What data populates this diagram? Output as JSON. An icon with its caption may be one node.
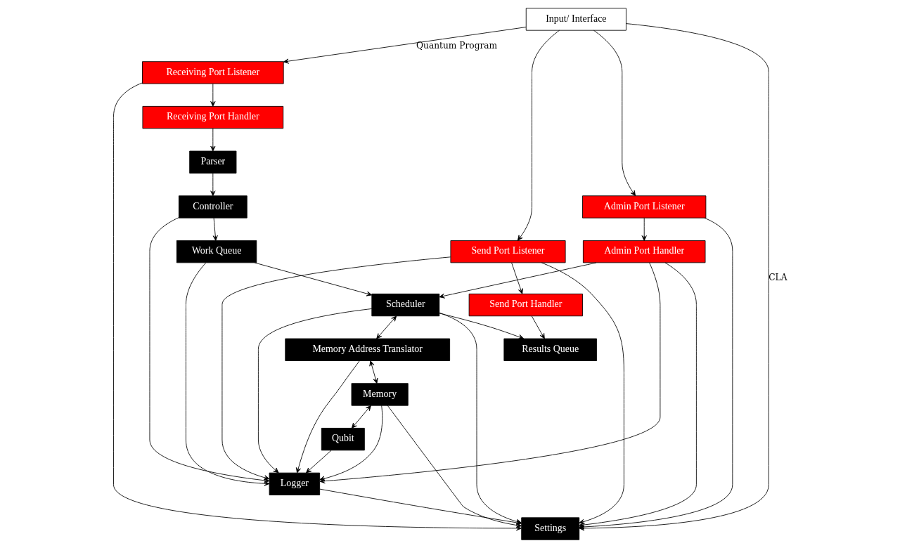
{
  "diagram": {
    "nodes": [
      {
        "text": [
          "Receiving Port Listener"
        ]
      },
      {
        "text": [
          "Receiving Port Handler"
        ]
      },
      {
        "text": [
          "Parser"
        ]
      },
      {
        "text": [
          "Controller"
        ]
      },
      {
        "text": [
          "Work Queue"
        ]
      },
      {
        "text": [
          "Send Port Listener"
        ]
      },
      {
        "text": [
          "Send Port Handler"
        ]
      },
      {
        "text": [
          "Results Queue"
        ]
      },
      {
        "text": [
          "Scheduler"
        ]
      },
      {
        "text": [
          "Admin Port Listener"
        ]
      },
      {
        "text": [
          "Admin Port Handler"
        ]
      },
      {
        "text": [
          "Memory Address Translator"
        ]
      },
      {
        "text": [
          "Input/ Interface"
        ]
      },
      {
        "text": [
          "Memory"
        ]
      },
      {
        "text": [
          "Logger"
        ]
      },
      {
        "text": [
          "Settings"
        ]
      },
      {
        "text": [
          "Qubit"
        ]
      }
    ],
    "edges": [
      {
        "from": 0,
        "to": 1,
        "arrow": "to"
      },
      {
        "from": 1,
        "to": 2,
        "arrow": "to"
      },
      {
        "from": 2,
        "to": 3,
        "arrow": "to"
      },
      {
        "from": 3,
        "to": 4,
        "arrow": "to"
      },
      {
        "from": 4,
        "to": 8,
        "arrow": "to"
      },
      {
        "from": 8,
        "to": 7,
        "arrow": "to"
      },
      {
        "from": 5,
        "to": 6,
        "arrow": "to"
      },
      {
        "from": 6,
        "to": 7,
        "arrow": "to"
      },
      {
        "from": 9,
        "to": 10,
        "arrow": "to"
      },
      {
        "from": 12,
        "to": 0,
        "arrow": "to",
        "label": "Quantum Program"
      },
      {
        "from": 12,
        "to": 5,
        "arrow": "to"
      },
      {
        "from": 12,
        "to": 9,
        "arrow": "to"
      },
      {
        "from": 12,
        "to": 15,
        "arrow": "to",
        "label": "CLA"
      },
      {
        "from": 8,
        "to": 11,
        "arrow": "both"
      },
      {
        "from": 11,
        "to": 13,
        "arrow": "both"
      },
      {
        "from": 13,
        "to": 16,
        "arrow": "both"
      },
      {
        "from": 0,
        "to": 15,
        "arrow": "to"
      },
      {
        "from": 5,
        "to": 15,
        "arrow": "to"
      },
      {
        "from": 9,
        "to": 15,
        "arrow": "to"
      },
      {
        "from": 10,
        "to": 15,
        "arrow": "to"
      },
      {
        "from": 8,
        "to": 15,
        "arrow": "to"
      },
      {
        "from": 13,
        "to": 15,
        "arrow": "to"
      },
      {
        "from": 14,
        "to": 15,
        "arrow": "to"
      },
      {
        "from": 10,
        "to": 8,
        "arrow": "to"
      },
      {
        "from": 3,
        "to": 14,
        "arrow": "to"
      },
      {
        "from": 4,
        "to": 14,
        "arrow": "to"
      },
      {
        "from": 8,
        "to": 14,
        "arrow": "to"
      },
      {
        "from": 11,
        "to": 14,
        "arrow": "to"
      },
      {
        "from": 10,
        "to": 14,
        "arrow": "to"
      },
      {
        "from": 5,
        "to": 14,
        "arrow": "to"
      },
      {
        "from": 13,
        "to": 14,
        "arrow": "to"
      },
      {
        "from": 16,
        "to": 14,
        "arrow": "to"
      }
    ]
  }
}
